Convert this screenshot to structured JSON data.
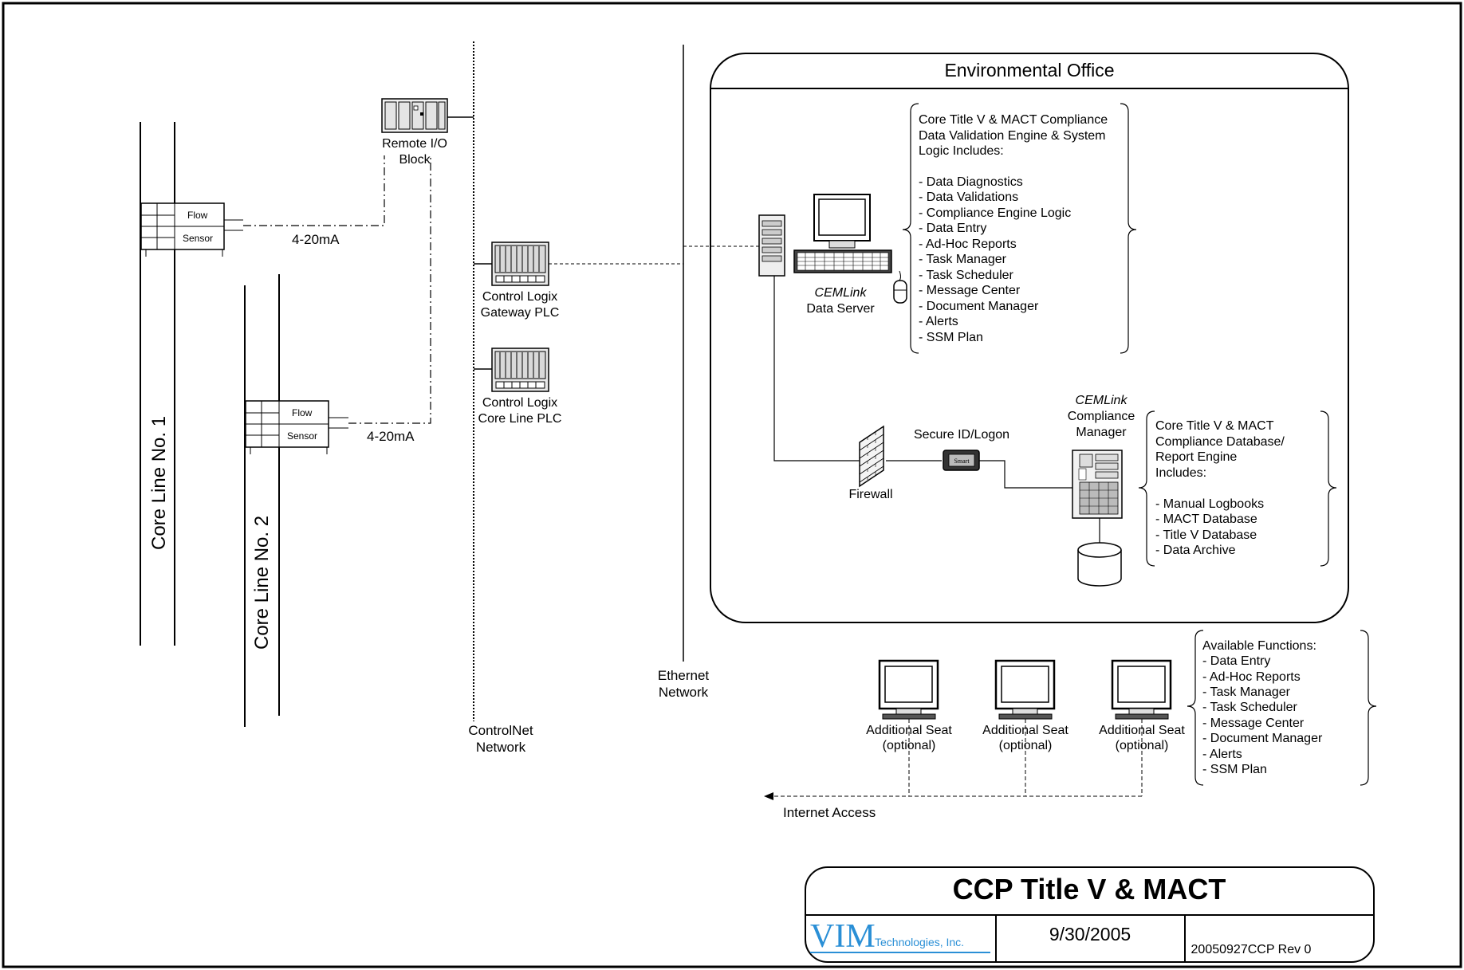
{
  "core_lines": {
    "line1": "Core Line No. 1",
    "line2": "Core Line No. 2"
  },
  "sensor_block": {
    "flow": "Flow",
    "sensor": "Sensor"
  },
  "signal": {
    "line1": "4-20mA",
    "line2": "4-20mA"
  },
  "remote_io": {
    "line1": "Remote I/O",
    "line2": "Block"
  },
  "plc_gateway": {
    "line1": "Control Logix",
    "line2": "Gateway PLC"
  },
  "plc_core": {
    "line1": "Control Logix",
    "line2": "Core Line PLC"
  },
  "controlnet": {
    "line1": "ControlNet",
    "line2": "Network"
  },
  "ethernet": {
    "line1": "Ethernet",
    "line2": "Network"
  },
  "env_office": {
    "title": "Environmental Office"
  },
  "data_server": {
    "product": "CEMLink",
    "name": "Data Server"
  },
  "server_features": {
    "lines": [
      "Core Title V & MACT Compliance",
      "Data Validation Engine & System",
      "Logic Includes:",
      "",
      "- Data Diagnostics",
      "- Data Validations",
      "- Compliance Engine Logic",
      "- Data Entry",
      "- Ad-Hoc Reports",
      "- Task Manager",
      "- Task Scheduler",
      "- Message Center",
      "- Document Manager",
      "- Alerts",
      "- SSM Plan"
    ]
  },
  "compliance_manager": {
    "product": "CEMLink",
    "line1": "Compliance",
    "line2": "Manager"
  },
  "manager_features": {
    "lines": [
      "Core Title V & MACT",
      "Compliance Database/",
      "Report Engine",
      "Includes:",
      "",
      "- Manual Logbooks",
      "- MACT Database",
      "- Title V Database",
      "- Data Archive"
    ]
  },
  "secure_id": {
    "label": "Secure ID/Logon",
    "card_text": "Smart"
  },
  "firewall": {
    "label": "Firewall"
  },
  "seats": [
    {
      "line1": "Additional Seat",
      "line2": "(optional)"
    },
    {
      "line1": "Additional Seat",
      "line2": "(optional)"
    },
    {
      "line1": "Additional Seat",
      "line2": "(optional)"
    }
  ],
  "available_functions": {
    "lines": [
      "Available Functions:",
      "- Data Entry",
      "- Ad-Hoc Reports",
      "- Task Manager",
      "- Task Scheduler",
      "- Message Center",
      "- Document Manager",
      "- Alerts",
      "- SSM Plan"
    ]
  },
  "internet": {
    "label": "Internet Access"
  },
  "title_block": {
    "title": "CCP Title V & MACT",
    "logo_letters": "VIM",
    "logo_company": "Technologies, Inc.",
    "date": "9/30/2005",
    "doc_id": "20050927CCP Rev 0"
  },
  "colors": {
    "logo_blue": "#2a8fd6",
    "line": "#000000",
    "bg": "#ffffff"
  }
}
